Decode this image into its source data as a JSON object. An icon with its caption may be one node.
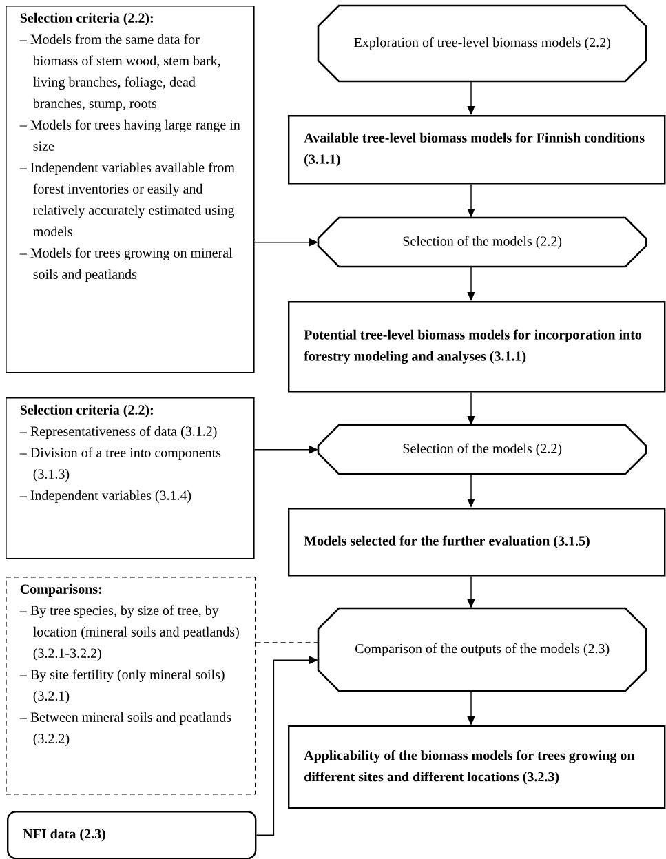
{
  "diagram": {
    "nodes": [
      {
        "text": [
          "Selection criteria (2.2):",
          "– Models from the same data for biomass of stem wood, stem bark, living branches, foliage, dead branches, stump, roots",
          "– Models for trees having large range in size",
          "– Independent variables available from forest inventories or easily and relatively accurately estimated using models",
          "– Models for trees growing on mineral soils and peatlands"
        ]
      },
      {
        "text": [
          "Exploration of tree-level biomass models (2.2)"
        ]
      },
      {
        "text": [
          "Available tree-level biomass models for Finnish conditions (3.1.1)"
        ]
      },
      {
        "text": [
          "Selection of the models (2.2)"
        ]
      },
      {
        "text": [
          "Potential tree-level biomass models for incorporation into forestry modeling and analyses (3.1.1)"
        ]
      },
      {
        "text": [
          "Selection criteria (2.2):",
          "– Representativeness of data (3.1.2)",
          "– Division of a tree into components (3.1.3)",
          "– Independent variables (3.1.4)"
        ]
      },
      {
        "text": [
          "Selection of the models (2.2)"
        ]
      },
      {
        "text": [
          "Models selected for the further evaluation (3.1.5)"
        ]
      },
      {
        "text": [
          "Comparisons:",
          "– By tree species, by size of tree, by location (mineral soils and peatlands) (3.2.1-3.2.2)",
          "– By site fertility (only mineral soils) (3.2.1)",
          "– Between mineral soils and peatlands (3.2.2)"
        ]
      },
      {
        "text": [
          "Comparison of the outputs of the models (2.3)"
        ]
      },
      {
        "text": [
          "Applicability of the biomass models for trees growing on different sites and different locations (3.2.3)"
        ]
      },
      {
        "text": [
          "NFI data (2.3)"
        ]
      }
    ],
    "edges": [
      {
        "from": 1,
        "to": 2,
        "arrow": "to"
      },
      {
        "from": 2,
        "to": 3,
        "arrow": "to"
      },
      {
        "from": 0,
        "to": 3,
        "arrow": "to"
      },
      {
        "from": 3,
        "to": 4,
        "arrow": "to"
      },
      {
        "from": 4,
        "to": 6,
        "arrow": "to"
      },
      {
        "from": 5,
        "to": 6,
        "arrow": "to"
      },
      {
        "from": 6,
        "to": 7,
        "arrow": "to"
      },
      {
        "from": 7,
        "to": 9,
        "arrow": "to"
      },
      {
        "from": 8,
        "to": 9,
        "arrow": "none",
        "style": "dashed"
      },
      {
        "from": 11,
        "to": 9,
        "arrow": "to"
      },
      {
        "from": 9,
        "to": 10,
        "arrow": "to"
      }
    ]
  }
}
